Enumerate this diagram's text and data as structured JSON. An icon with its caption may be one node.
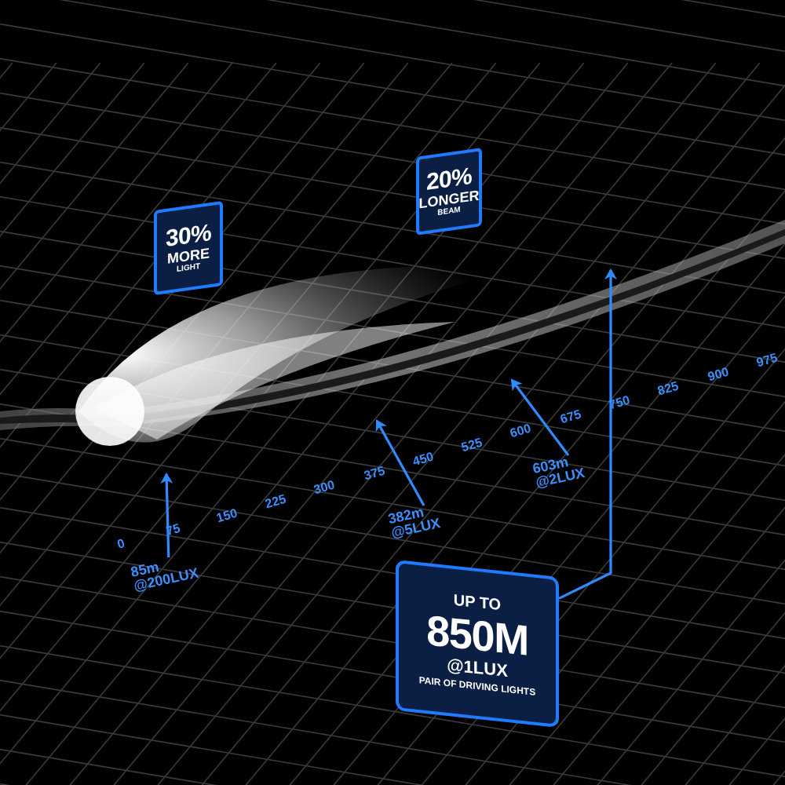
{
  "diagram": {
    "nodes": [
      {
        "text": [
          "30%",
          "MORE",
          "LIGHT"
        ]
      },
      {
        "text": [
          "20%",
          "LONGER",
          "BEAM"
        ]
      },
      {
        "text": [
          "85m @200LUX"
        ]
      },
      {
        "text": [
          "382m @5LUX"
        ]
      },
      {
        "text": [
          "603m @2LUX"
        ]
      },
      {
        "text": [
          "UP TO",
          "850M",
          "@1LUX",
          "PAIR OF DRIVING LIGHTS"
        ]
      }
    ],
    "edges": [
      {
        "from": 2,
        "to": null,
        "arrow": "to"
      },
      {
        "from": 3,
        "to": null,
        "arrow": "to"
      },
      {
        "from": 4,
        "to": null,
        "arrow": "to"
      },
      {
        "from": 5,
        "to": null,
        "arrow": "to"
      }
    ],
    "labels": [
      "0",
      "75",
      "150",
      "225",
      "300",
      "375",
      "450",
      "525",
      "600",
      "675",
      "750",
      "825",
      "900",
      "975"
    ]
  }
}
